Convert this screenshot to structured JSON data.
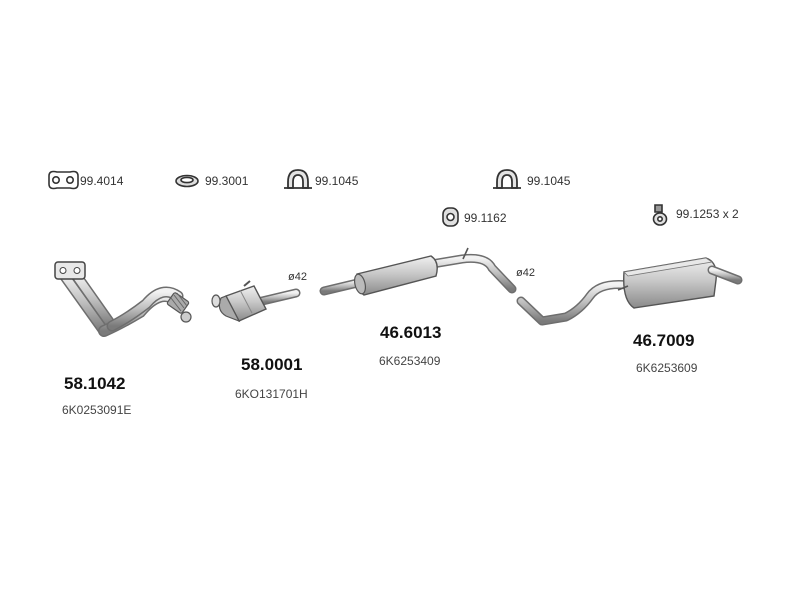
{
  "accessories": [
    {
      "code": "99.4014",
      "icon": "flange-gasket-icon"
    },
    {
      "code": "99.3001",
      "icon": "ring-gasket-icon"
    },
    {
      "code": "99.1045",
      "icon": "clamp-icon"
    },
    {
      "code": "99.1045",
      "icon": "clamp-icon"
    },
    {
      "code": "99.1162",
      "icon": "rubber-mount-icon"
    },
    {
      "code": "99.1253 x 2",
      "icon": "hanger-icon"
    }
  ],
  "parts": [
    {
      "part_no": "58.1042",
      "oe": "6K0253091E",
      "name_icon": "front-pipe-icon"
    },
    {
      "part_no": "58.0001",
      "oe": "6KO131701H",
      "name_icon": "catalytic-converter-icon"
    },
    {
      "part_no": "46.6013",
      "oe": "6K6253409",
      "name_icon": "middle-silencer-icon"
    },
    {
      "part_no": "46.7009",
      "oe": "6K6253609",
      "name_icon": "rear-silencer-icon"
    }
  ],
  "diameters": [
    "ø42",
    "ø42"
  ]
}
